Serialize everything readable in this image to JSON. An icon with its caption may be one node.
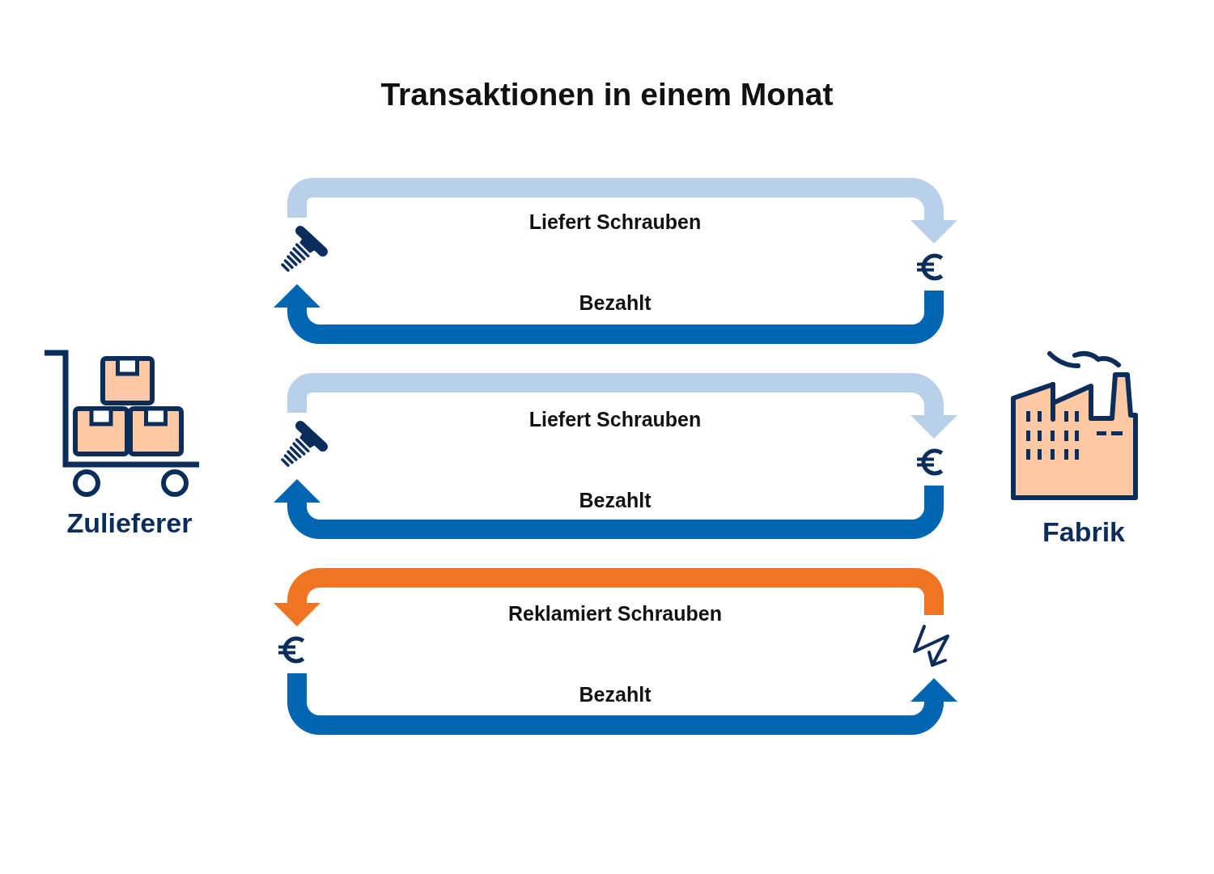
{
  "diagram": {
    "title": "Transaktionen in einem Monat",
    "nodes": [
      {
        "text": [
          "Zulieferer"
        ]
      },
      {
        "text": [
          "Fabrik"
        ]
      },
      {
        "text": [],
        "shape": "picture"
      },
      {
        "text": [],
        "shape": "picture"
      },
      {
        "text": [],
        "shape": "picture"
      },
      {
        "text": [],
        "shape": "picture"
      },
      {
        "text": [],
        "shape": "picture"
      },
      {
        "text": [],
        "shape": "picture"
      }
    ],
    "edges": [
      {
        "from": 2,
        "to": 3,
        "arrow": "to",
        "label": "Liefert Schrauben",
        "color": "#b9d0ea"
      },
      {
        "from": 3,
        "to": 2,
        "arrow": "to",
        "label": "Bezahlt"
      },
      {
        "from": 4,
        "to": 5,
        "arrow": "to",
        "label": "Liefert Schrauben",
        "color": "#b9d0ea"
      },
      {
        "from": 5,
        "to": 4,
        "arrow": "to",
        "label": "Bezahlt"
      },
      {
        "from": 7,
        "to": 6,
        "arrow": "to",
        "label": "Reklamiert Schrauben",
        "color": "#f07522"
      },
      {
        "from": 6,
        "to": 7,
        "arrow": "to",
        "label": "Bezahlt"
      }
    ]
  }
}
